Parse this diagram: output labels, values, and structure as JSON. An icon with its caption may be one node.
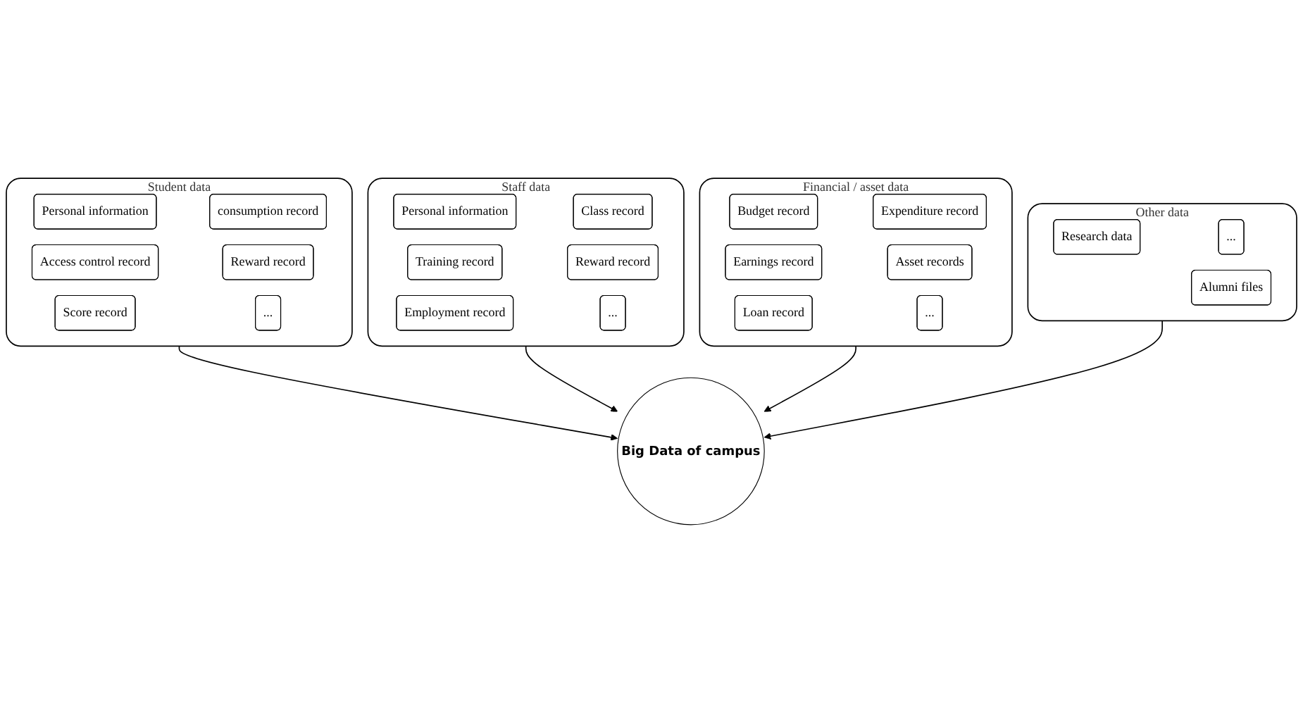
{
  "diagram": {
    "nodes": [
      {
        "text": [
          "Student data"
        ]
      },
      {
        "text": [
          "Personal information"
        ],
        "in": 0
      },
      {
        "text": [
          "Access control record"
        ],
        "in": 0
      },
      {
        "text": [
          "Score record"
        ],
        "in": 0
      },
      {
        "text": [
          "consumption record"
        ],
        "in": 0
      },
      {
        "text": [
          "Reward record"
        ],
        "in": 0
      },
      {
        "text": [
          "..."
        ],
        "in": 0
      },
      {
        "text": [
          "Staff data"
        ]
      },
      {
        "text": [
          "Personal information"
        ],
        "in": 7
      },
      {
        "text": [
          "Training record"
        ],
        "in": 7
      },
      {
        "text": [
          "Employment record"
        ],
        "in": 7
      },
      {
        "text": [
          "Class record"
        ],
        "in": 7
      },
      {
        "text": [
          "Reward record"
        ],
        "in": 7
      },
      {
        "text": [
          "..."
        ],
        "in": 7
      },
      {
        "text": [
          "Big Data of campus"
        ]
      },
      {
        "text": [
          "Financial / asset data"
        ]
      },
      {
        "text": [
          "Budget record"
        ],
        "in": 15
      },
      {
        "text": [
          "Earnings record"
        ],
        "in": 15
      },
      {
        "text": [
          "Loan record"
        ],
        "in": 15
      },
      {
        "text": [
          "Expenditure record"
        ],
        "in": 15
      },
      {
        "text": [
          "Asset records"
        ],
        "in": 15
      },
      {
        "text": [
          "..."
        ],
        "in": 15
      },
      {
        "text": [
          "Other data"
        ]
      },
      {
        "text": [
          "Research data"
        ],
        "in": 22
      },
      {
        "text": [
          "Alumni files"
        ],
        "in": 22
      },
      {
        "text": [
          "..."
        ],
        "in": 22
      }
    ],
    "edges": [
      {
        "from": 0,
        "to": 14,
        "arrow": "to"
      },
      {
        "from": 7,
        "to": 14,
        "arrow": "to"
      },
      {
        "from": 15,
        "to": 14,
        "arrow": "to"
      },
      {
        "from": 22,
        "to": 14,
        "arrow": "to"
      }
    ]
  }
}
